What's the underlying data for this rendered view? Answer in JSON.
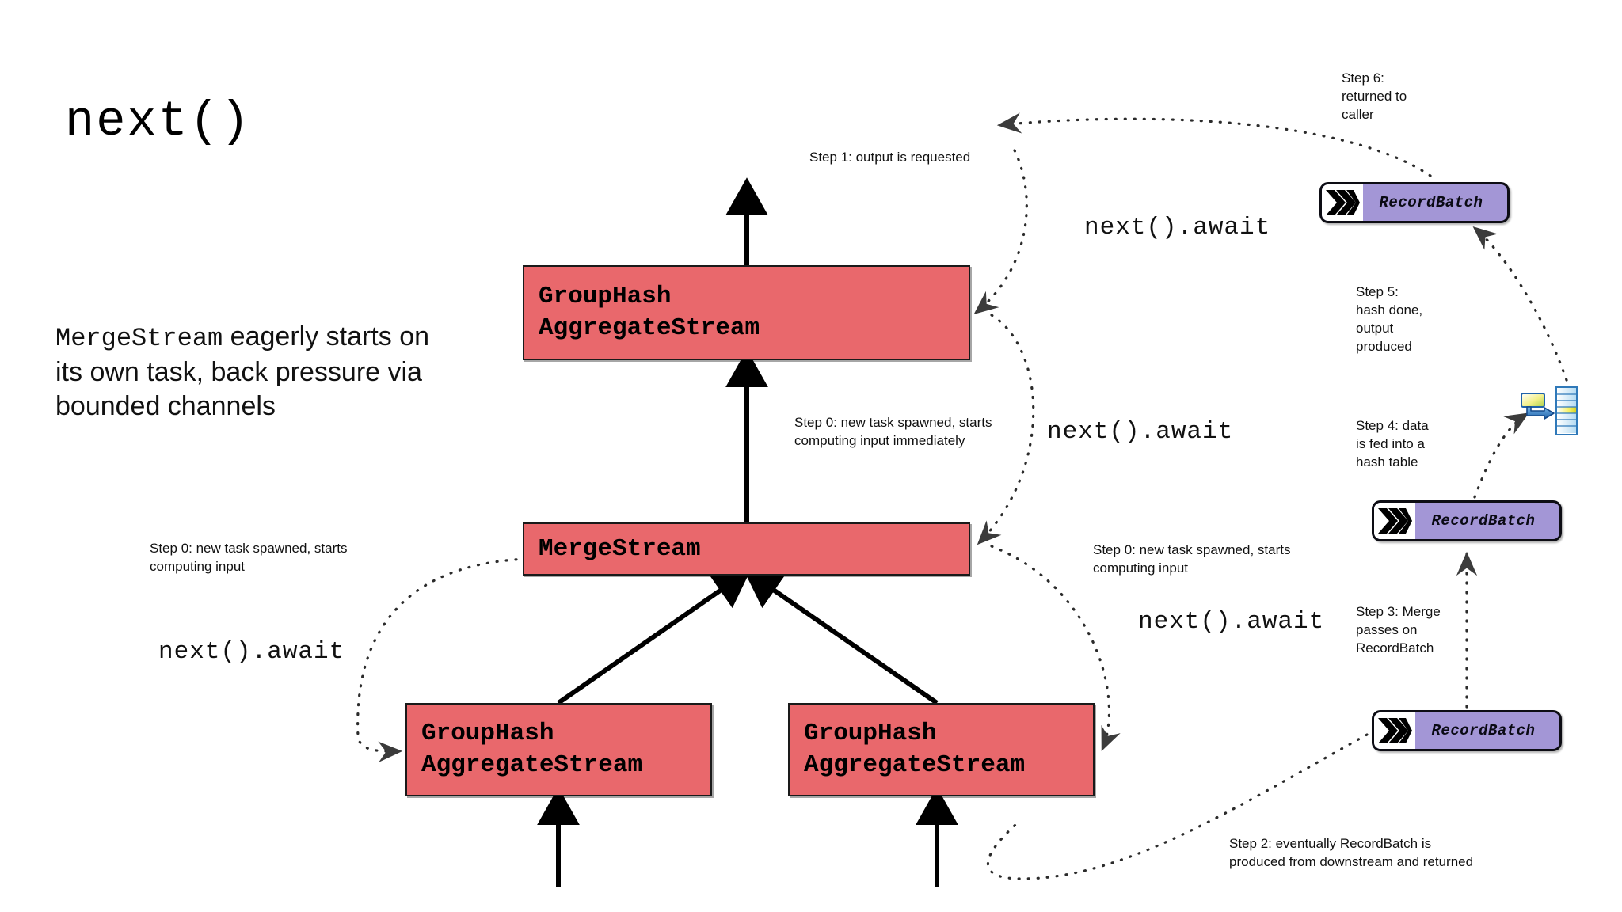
{
  "title": "next()",
  "caption": {
    "mono_part": "MergeStream",
    "rest": " eagerly starts on its own task, back pressure via bounded channels"
  },
  "colors": {
    "operator_fill": "#e9686c",
    "operator_border": "#1a1a1a",
    "recordbatch_fill": "#a396d6",
    "recordbatch_border": "#0d0d14",
    "background": "#ffffff",
    "edge": "#000000",
    "dotted_edge": "#333333"
  },
  "operators": [
    {
      "id": "box-top",
      "label": "GroupHash\nAggregateStream"
    },
    {
      "id": "box-merge",
      "label": "MergeStream"
    },
    {
      "id": "box-left",
      "label": "GroupHash\nAggregateStream"
    },
    {
      "id": "box-right",
      "label": "GroupHash\nAggregateStream"
    }
  ],
  "record_batches": [
    {
      "id": "rb-top",
      "label": "RecordBatch",
      "icon": "chevrons-right-icon"
    },
    {
      "id": "rb-mid",
      "label": "RecordBatch",
      "icon": "chevrons-right-icon"
    },
    {
      "id": "rb-bottom",
      "label": "RecordBatch",
      "icon": "chevrons-right-icon"
    }
  ],
  "hash_table_icon": "hash-table-icon",
  "annotations": {
    "step1": "Step 1: output is requested",
    "step6": "Step 6:\nreturned to\ncaller",
    "step5": "Step 5:\nhash done,\noutput\nproduced",
    "step4": "Step 4: data\nis fed into a\nhash table",
    "step3": "Step 3: Merge\npasses on\nRecordBatch",
    "step2": "Step 2: eventually RecordBatch is\nproduced from downstream and returned",
    "step0_mid": "Step 0: new task spawned, starts\ncomputing input immediately",
    "step0_left": "Step 0: new task spawned, starts\ncomputing input",
    "step0_right": "Step 0: new task spawned, starts\ncomputing input"
  },
  "code_labels": {
    "await_1": "next().await",
    "await_2": "next().await",
    "await_3": "next().await",
    "await_4": "next().await"
  }
}
